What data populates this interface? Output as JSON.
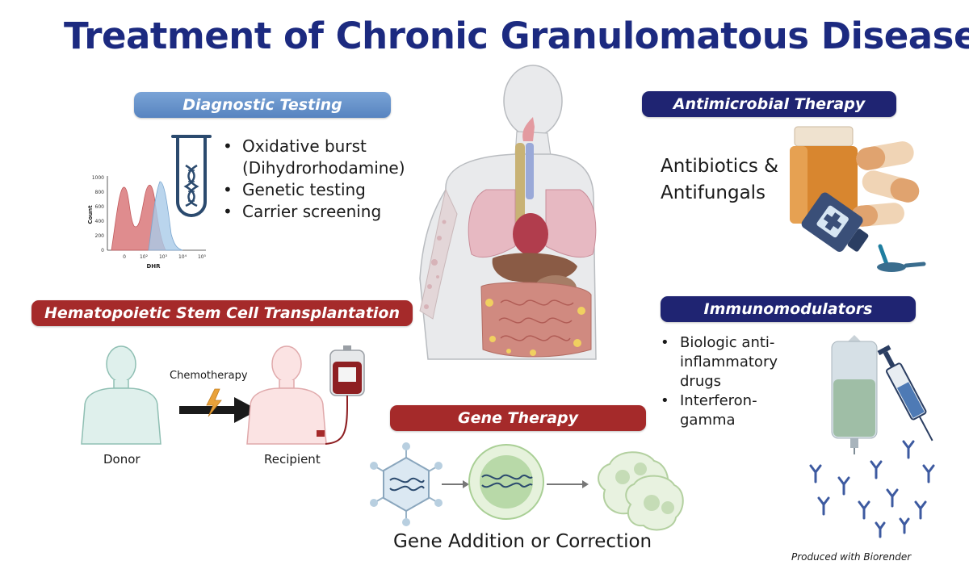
{
  "title": "Treatment of Chronic Granulomatous Disease",
  "diagnostic": {
    "heading": "Diagnostic Testing",
    "items": [
      "Oxidative burst (Dihydrorhodamine)",
      "Genetic testing",
      "Carrier screening"
    ],
    "histogram": {
      "xlabel": "DHR",
      "ylabel": "Count",
      "y_ticks": [
        "0",
        "200",
        "400",
        "600",
        "800",
        "1000"
      ],
      "x_ticks": [
        "0",
        "10²",
        "10³",
        "10⁴",
        "10⁵"
      ],
      "colors": {
        "red": "#d9787a",
        "blue": "#a9cbe8"
      }
    }
  },
  "antimicrobial": {
    "heading": "Antimicrobial Therapy",
    "text_line1": "Antibiotics &",
    "text_line2": "Antifungals"
  },
  "immuno": {
    "heading": "Immunomodulators",
    "items": [
      "Biologic anti-inflammatory drugs",
      "Interferon-gamma"
    ]
  },
  "hsct": {
    "heading": "Hematopoietic Stem Cell Transplantation",
    "donor": "Donor",
    "recipient": "Recipient",
    "chemo": "Chemotherapy"
  },
  "gene": {
    "heading": "Gene Therapy",
    "caption": "Gene Addition or Correction"
  },
  "credit": "Produced with Biorender",
  "colors": {
    "title": "#1c2a80",
    "blue_pill": "#5784c0",
    "navy_pill": "#1f2472",
    "red_pill": "#a52a2a"
  }
}
